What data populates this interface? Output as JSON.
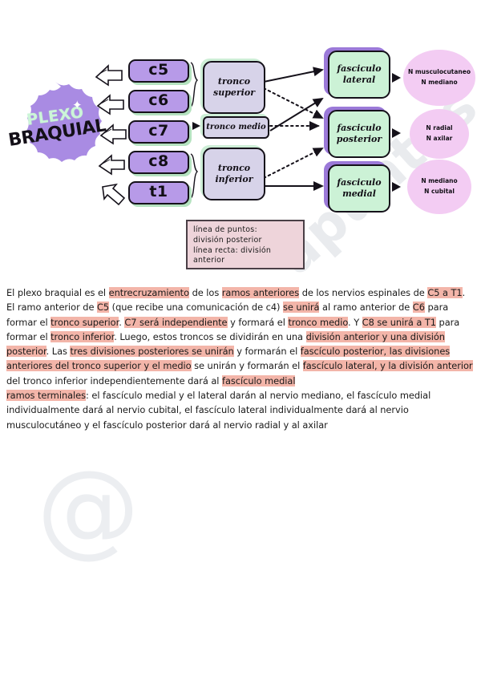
{
  "logo": {
    "line1": "PLEXO",
    "line2": "BRAQUIAL",
    "blob_color": "#a98be3",
    "plexo_color": "#ccf5d8",
    "braquial_color": "#141018"
  },
  "diagram": {
    "spinal_nerves": [
      {
        "label": "c5",
        "name": "nerve-box-c5"
      },
      {
        "label": "c6",
        "name": "nerve-box-c6"
      },
      {
        "label": "c7",
        "name": "nerve-box-c7"
      },
      {
        "label": "c8",
        "name": "nerve-box-c8"
      },
      {
        "label": "t1",
        "name": "nerve-box-t1"
      }
    ],
    "trunks": [
      {
        "line1": "tronco",
        "line2": "superior"
      },
      {
        "line1": "tronco medio",
        "line2": ""
      },
      {
        "line1": "tronco",
        "line2": "inferior"
      }
    ],
    "cords": [
      {
        "line1": "fasciculo",
        "line2": "lateral"
      },
      {
        "line1": "fasciculo",
        "line2": "posterior"
      },
      {
        "line1": "fasciculo",
        "line2": "medial"
      }
    ],
    "terminal_nerves": [
      {
        "line1": "N musculocutaneo",
        "line2": "N mediano"
      },
      {
        "line1": "N radial",
        "line2": "N axilar"
      },
      {
        "line1": "N mediano",
        "line2": "N cubital"
      }
    ],
    "legend": {
      "line1": "línea de puntos:",
      "line2": "división posterior",
      "line3": "línea recta: división",
      "line4": "anterior"
    },
    "colors": {
      "nerve_box_fill": "#b79ae8",
      "nerve_box_shadow": "#b4e2bf",
      "trunk_fill": "#d7d3e9",
      "trunk_shadow": "#cdeed6",
      "cord_fill": "#ccf2d6",
      "cord_shadow": "#9b79d8",
      "terminal_fill": "#f3ccf3",
      "legend_fill": "#eed4da",
      "outline": "#15111a"
    }
  },
  "text": {
    "highlight_color": "#f3b5a9",
    "paragraph1": [
      {
        "t": "El plexo braquial es el ",
        "h": false
      },
      {
        "t": "entrecruzamiento",
        "h": true
      },
      {
        "t": " de los ",
        "h": false
      },
      {
        "t": "ramos anteriores",
        "h": true
      },
      {
        "t": " de los nervios espinales de ",
        "h": false
      },
      {
        "t": "C5 a T1",
        "h": true
      },
      {
        "t": ". El ramo anterior de ",
        "h": false
      },
      {
        "t": "C5",
        "h": true
      },
      {
        "t": " (que recibe una comunicación de c4) ",
        "h": false
      },
      {
        "t": "se unirá",
        "h": true
      },
      {
        "t": " al ramo anterior de ",
        "h": false
      },
      {
        "t": "C6",
        "h": true
      },
      {
        "t": " para formar el ",
        "h": false
      },
      {
        "t": "tronco superior",
        "h": true
      },
      {
        "t": ". ",
        "h": false
      },
      {
        "t": "C7 será independiente",
        "h": true
      },
      {
        "t": " y formará el ",
        "h": false
      },
      {
        "t": "tronco medio",
        "h": true
      },
      {
        "t": ". Y ",
        "h": false
      },
      {
        "t": "C8 se unirá a T1",
        "h": true
      },
      {
        "t": " para formar el ",
        "h": false
      },
      {
        "t": "tronco inferior",
        "h": true
      },
      {
        "t": ". Luego, estos troncos se dividirán en una ",
        "h": false
      },
      {
        "t": "división anterior y una división posterior",
        "h": true
      },
      {
        "t": ". Las ",
        "h": false
      },
      {
        "t": " tres divisiones posteriores se unirán",
        "h": true
      },
      {
        "t": " y formarán el ",
        "h": false
      },
      {
        "t": "fascículo posterior, las divisiones anteriores del tronco superior y el medio",
        "h": true
      },
      {
        "t": " se unirán y formarán el ",
        "h": false
      },
      {
        "t": "fascículo lateral, y la división anterior",
        "h": true
      },
      {
        "t": " del tronco inferior independientemente dará al ",
        "h": false
      },
      {
        "t": "fascículo medial",
        "h": true
      }
    ],
    "paragraph2": [
      {
        "t": "ramos terminales",
        "h": true
      },
      {
        "t": ": el fascículo medial y el lateral darán al nervio mediano, el fascículo medial individualmente dará al nervio cubital, el fascículo lateral individualmente dará al nervio musculocutáneo y el fascículo posterior dará al nervio radial y al axilar",
        "h": false
      }
    ]
  },
  "watermark": {
    "diagonal": "apuntes",
    "at": "@"
  }
}
